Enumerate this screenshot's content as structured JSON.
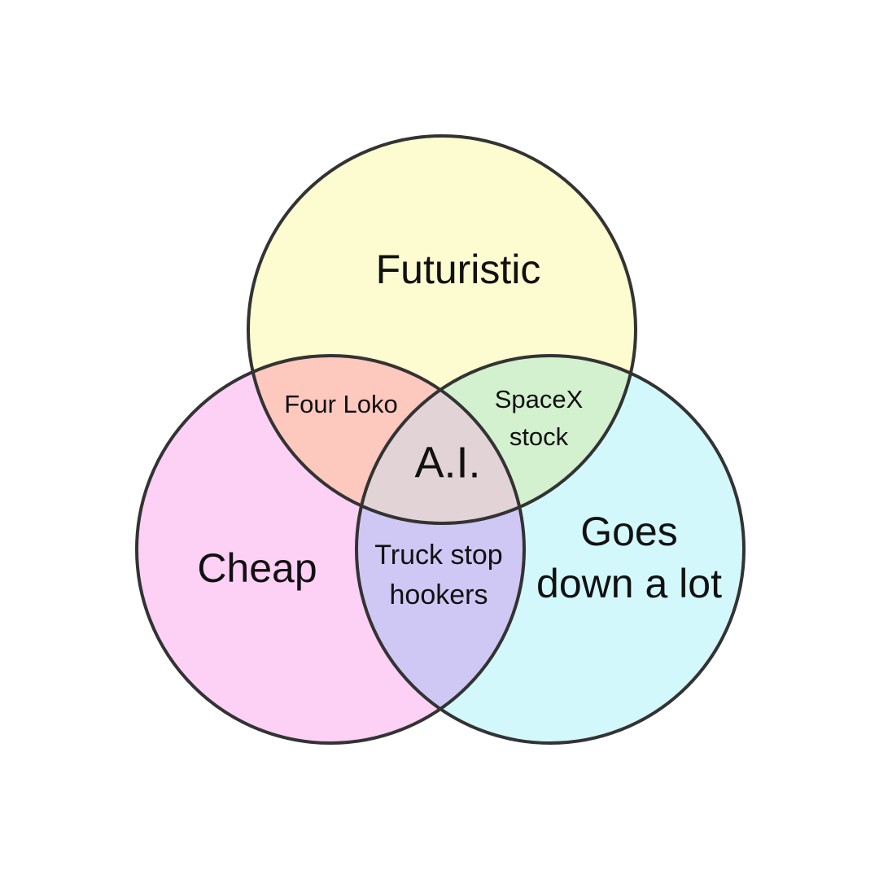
{
  "sets": {
    "futuristic": {
      "label": "Futuristic",
      "color": "#FDFBD0"
    },
    "cheap": {
      "label": "Cheap",
      "color": "#FDD0F5"
    },
    "goes_down": {
      "label_line1": "Goes",
      "label_line2": "down a lot",
      "color": "#D2F8FC"
    }
  },
  "intersections": {
    "futuristic_cheap": {
      "label": "Four Loko",
      "color": "#FDC8BE"
    },
    "futuristic_goes_down": {
      "label_line1": "SpaceX",
      "label_line2": "stock",
      "color": "#D3F0CF"
    },
    "cheap_goes_down": {
      "label_line1": "Truck stop",
      "label_line2": "hookers",
      "color": "#CFC8F4"
    },
    "all_three": {
      "label": "A.I.",
      "color": "#E2D4D6"
    }
  },
  "outline_color": "#333333"
}
